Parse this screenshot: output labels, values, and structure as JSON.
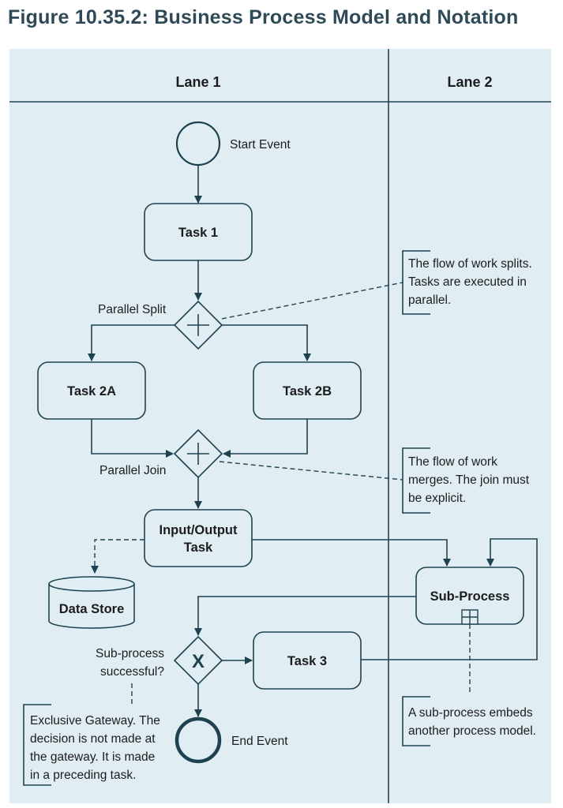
{
  "figure_title": "Figure 10.35.2: Business Process Model and Notation",
  "lanes": {
    "lane1": "Lane 1",
    "lane2": "Lane 2"
  },
  "events": {
    "start": "Start Event",
    "end": "End Event"
  },
  "tasks": {
    "task1": "Task 1",
    "task2a": "Task 2A",
    "task2b": "Task 2B",
    "io_line1": "Input/Output",
    "io_line2": "Task",
    "subprocess": "Sub-Process",
    "task3": "Task 3",
    "datastore": "Data Store"
  },
  "gateways": {
    "split_label": "Parallel Split",
    "join_label": "Parallel Join",
    "exclusive_line1": "Sub-process",
    "exclusive_line2": "successful?",
    "exclusive_symbol": "X"
  },
  "notes": {
    "split": [
      "The flow of work splits.",
      "Tasks are executed in",
      "parallel."
    ],
    "join": [
      "The flow of work",
      "merges. The join must",
      "be explicit."
    ],
    "subprocess": [
      "A sub-process embeds",
      "another process model."
    ],
    "exclusive": [
      "Exclusive Gateway. The",
      "decision is not made at",
      "the gateway. It is made",
      "in a preceding task."
    ]
  },
  "colors": {
    "lane_fill": "#e0eef4",
    "stroke": "#1f4250",
    "title": "#2e4a57"
  }
}
